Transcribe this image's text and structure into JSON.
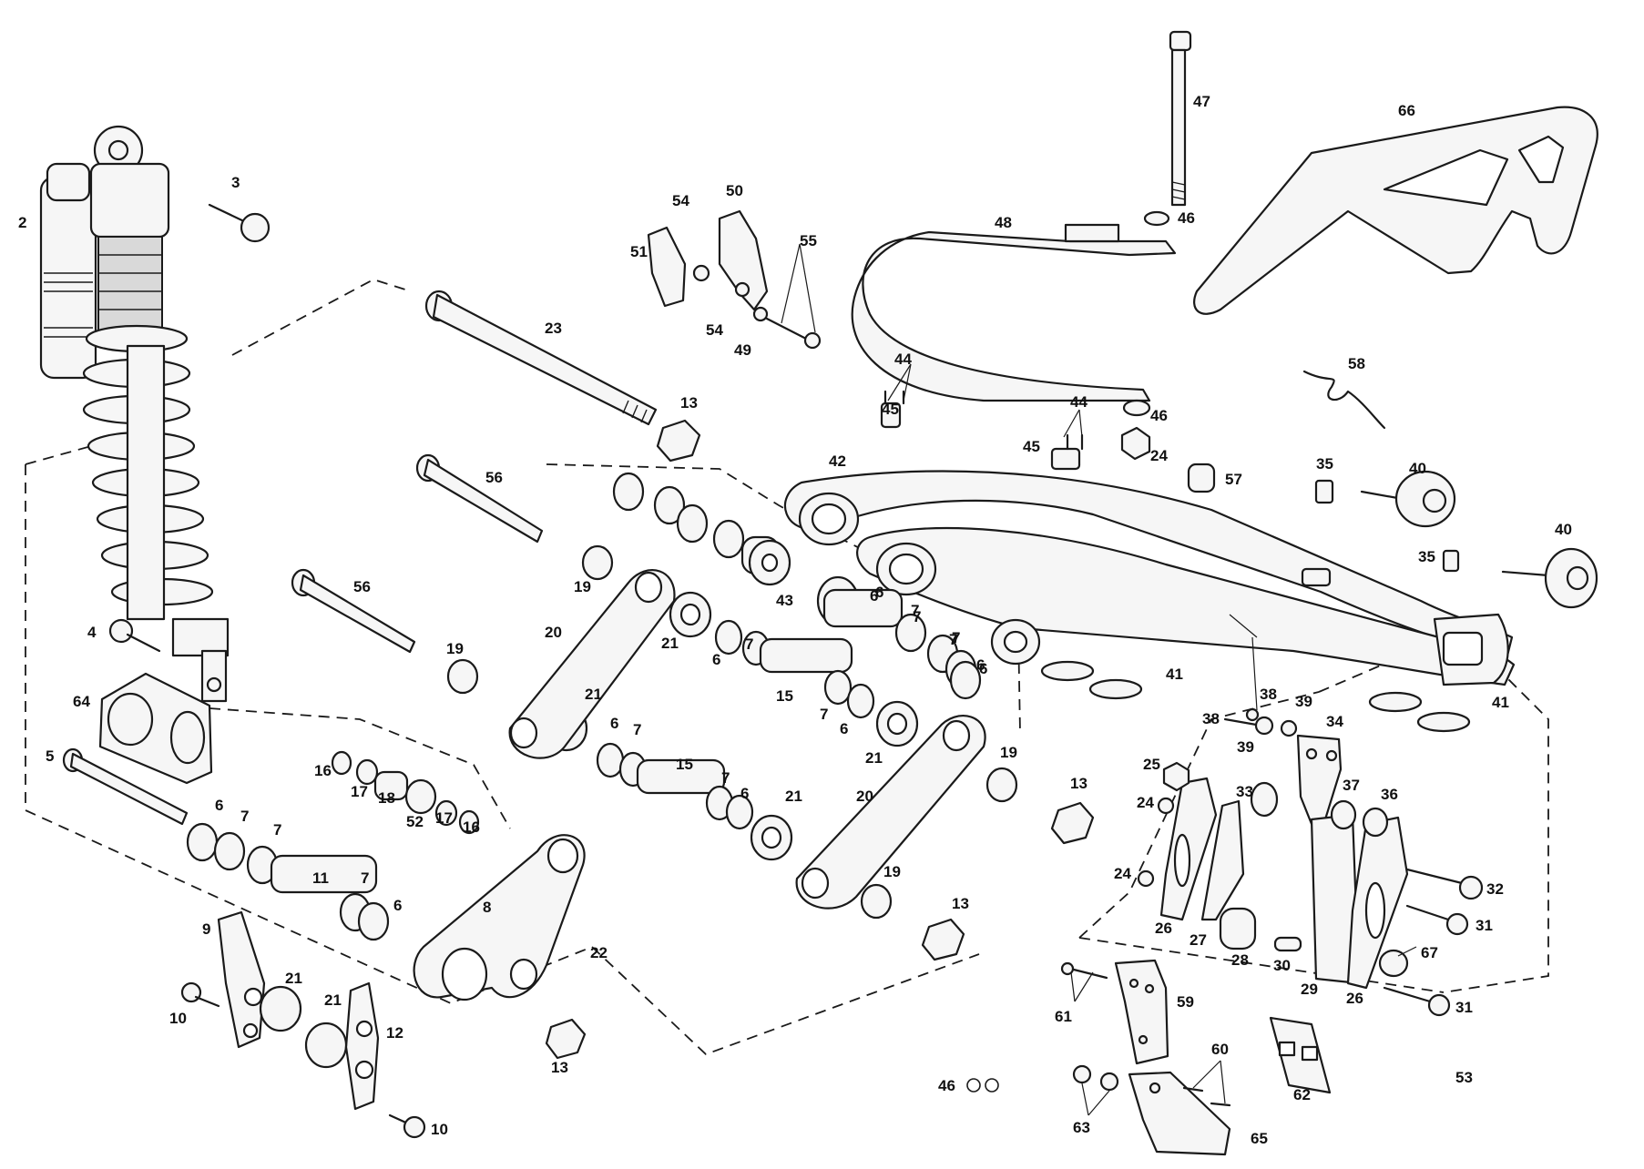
{
  "labels": [
    {
      "text": "2"
    },
    {
      "text": "3"
    },
    {
      "text": "4"
    },
    {
      "text": "64"
    },
    {
      "text": "5"
    },
    {
      "text": "23"
    },
    {
      "text": "13"
    },
    {
      "text": "56"
    },
    {
      "text": "56"
    },
    {
      "text": "54"
    },
    {
      "text": "50"
    },
    {
      "text": "51"
    },
    {
      "text": "55"
    },
    {
      "text": "54"
    },
    {
      "text": "49"
    },
    {
      "text": "47"
    },
    {
      "text": "46"
    },
    {
      "text": "48"
    },
    {
      "text": "66"
    },
    {
      "text": "44"
    },
    {
      "text": "45"
    },
    {
      "text": "44"
    },
    {
      "text": "45"
    },
    {
      "text": "46"
    },
    {
      "text": "24"
    },
    {
      "text": "57"
    },
    {
      "text": "58"
    },
    {
      "text": "35"
    },
    {
      "text": "40"
    },
    {
      "text": "40"
    },
    {
      "text": "35"
    },
    {
      "text": "42"
    },
    {
      "text": "43"
    },
    {
      "text": "6"
    },
    {
      "text": "7"
    },
    {
      "text": "7"
    },
    {
      "text": "6"
    },
    {
      "text": "19"
    },
    {
      "text": "20"
    },
    {
      "text": "21"
    },
    {
      "text": "19"
    },
    {
      "text": "6"
    },
    {
      "text": "7"
    },
    {
      "text": "15"
    },
    {
      "text": "7"
    },
    {
      "text": "6"
    },
    {
      "text": "6"
    },
    {
      "text": "7"
    },
    {
      "text": "7"
    },
    {
      "text": "6"
    },
    {
      "text": "41"
    },
    {
      "text": "41"
    },
    {
      "text": "21"
    },
    {
      "text": "21"
    },
    {
      "text": "6"
    },
    {
      "text": "7"
    },
    {
      "text": "15"
    },
    {
      "text": "7"
    },
    {
      "text": "6"
    },
    {
      "text": "16"
    },
    {
      "text": "17"
    },
    {
      "text": "18"
    },
    {
      "text": "52"
    },
    {
      "text": "17"
    },
    {
      "text": "16"
    },
    {
      "text": "6"
    },
    {
      "text": "7"
    },
    {
      "text": "7"
    },
    {
      "text": "11"
    },
    {
      "text": "7"
    },
    {
      "text": "6"
    },
    {
      "text": "20"
    },
    {
      "text": "19"
    },
    {
      "text": "13"
    },
    {
      "text": "21"
    },
    {
      "text": "19"
    },
    {
      "text": "13"
    },
    {
      "text": "8"
    },
    {
      "text": "22"
    },
    {
      "text": "9"
    },
    {
      "text": "10"
    },
    {
      "text": "21"
    },
    {
      "text": "21"
    },
    {
      "text": "12"
    },
    {
      "text": "13"
    },
    {
      "text": "10"
    },
    {
      "text": "38"
    },
    {
      "text": "39"
    },
    {
      "text": "38"
    },
    {
      "text": "39"
    },
    {
      "text": "34"
    },
    {
      "text": "25"
    },
    {
      "text": "24"
    },
    {
      "text": "33"
    },
    {
      "text": "37"
    },
    {
      "text": "36"
    },
    {
      "text": "24"
    },
    {
      "text": "26"
    },
    {
      "text": "27"
    },
    {
      "text": "28"
    },
    {
      "text": "30"
    },
    {
      "text": "29"
    },
    {
      "text": "26"
    },
    {
      "text": "32"
    },
    {
      "text": "31"
    },
    {
      "text": "67"
    },
    {
      "text": "31"
    },
    {
      "text": "53"
    },
    {
      "text": "61"
    },
    {
      "text": "59"
    },
    {
      "text": "60"
    },
    {
      "text": "63"
    },
    {
      "text": "65"
    },
    {
      "text": "62"
    },
    {
      "text": "46"
    }
  ],
  "note_text": "46"
}
